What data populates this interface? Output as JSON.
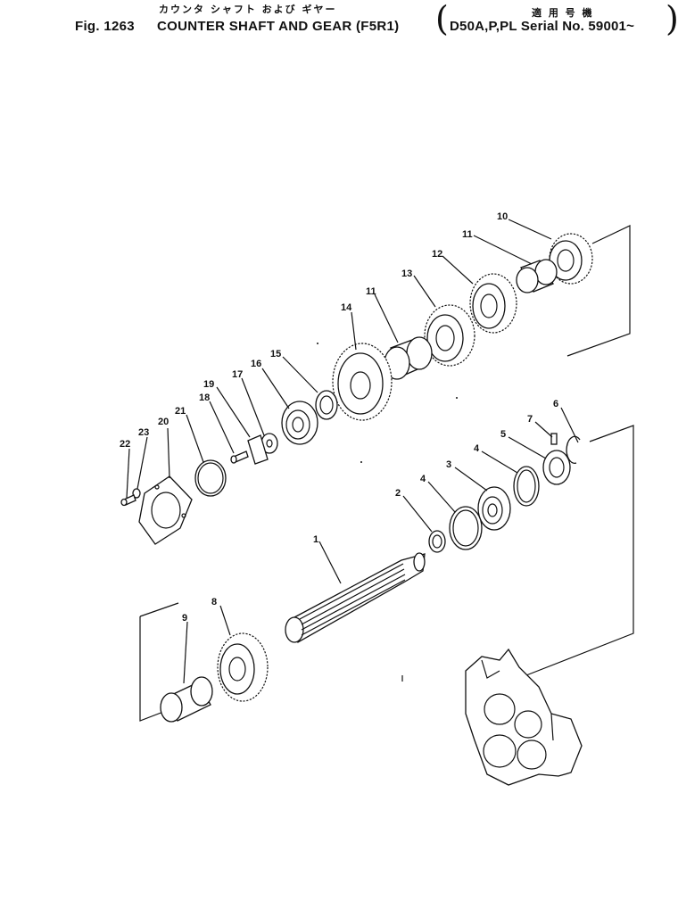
{
  "header": {
    "jp_title": "カウンタ シャフト および ギヤー",
    "fig_label": "Fig. 1263",
    "title": "COUNTER SHAFT AND GEAR (F5R1)",
    "jp_applicable": "適 用 号 機",
    "applicability": "D50A,P,PL Serial No. 59001~"
  },
  "callouts": [
    {
      "id": "c1",
      "label": "1"
    },
    {
      "id": "c2",
      "label": "2"
    },
    {
      "id": "c3",
      "label": "3"
    },
    {
      "id": "c4a",
      "label": "4"
    },
    {
      "id": "c4b",
      "label": "4"
    },
    {
      "id": "c5",
      "label": "5"
    },
    {
      "id": "c6",
      "label": "6"
    },
    {
      "id": "c7",
      "label": "7"
    },
    {
      "id": "c8",
      "label": "8"
    },
    {
      "id": "c9",
      "label": "9"
    },
    {
      "id": "c10",
      "label": "10"
    },
    {
      "id": "c11a",
      "label": "11"
    },
    {
      "id": "c11b",
      "label": "11"
    },
    {
      "id": "c12",
      "label": "12"
    },
    {
      "id": "c13",
      "label": "13"
    },
    {
      "id": "c14",
      "label": "14"
    },
    {
      "id": "c15",
      "label": "15"
    },
    {
      "id": "c16",
      "label": "16"
    },
    {
      "id": "c17",
      "label": "17"
    },
    {
      "id": "c18",
      "label": "18"
    },
    {
      "id": "c19",
      "label": "19"
    },
    {
      "id": "c20",
      "label": "20"
    },
    {
      "id": "c21",
      "label": "21"
    },
    {
      "id": "c22",
      "label": "22"
    },
    {
      "id": "c23",
      "label": "23"
    }
  ]
}
